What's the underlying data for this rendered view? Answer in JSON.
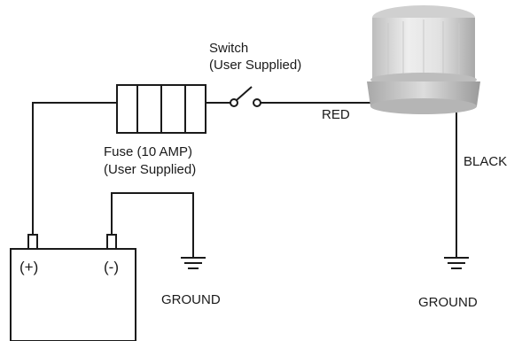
{
  "labels": {
    "switch_line1": "Switch",
    "switch_line2": "(User Supplied)",
    "red_wire": "RED",
    "fuse_line1": "Fuse (10 AMP)",
    "fuse_line2": "(User Supplied)",
    "black_wire": "BLACK",
    "battery_positive": "(+)",
    "battery_negative": "(-)",
    "ground_left": "GROUND",
    "ground_right": "GROUND"
  },
  "colors": {
    "wire": "#1a1a1a",
    "beacon_dome": "#d9d9d9",
    "beacon_base": "#c4c4c4",
    "background": "#ffffff"
  },
  "icons": [
    "fuse-icon",
    "switch-icon",
    "beacon-light-icon",
    "battery-icon",
    "ground-icon"
  ]
}
